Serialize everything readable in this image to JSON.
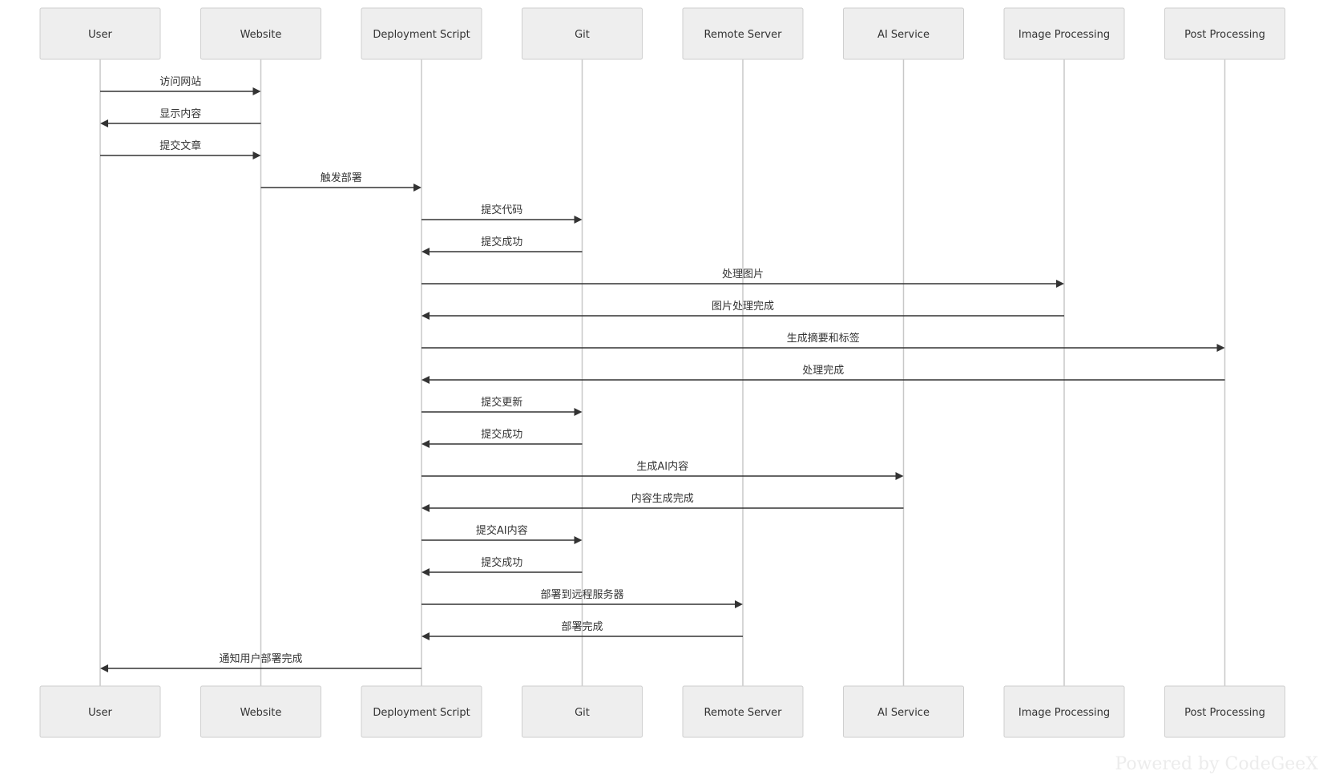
{
  "actors": [
    {
      "id": "user",
      "label": "User"
    },
    {
      "id": "website",
      "label": "Website"
    },
    {
      "id": "deploy",
      "label": "Deployment Script"
    },
    {
      "id": "git",
      "label": "Git"
    },
    {
      "id": "remote",
      "label": "Remote Server"
    },
    {
      "id": "ai",
      "label": "AI Service"
    },
    {
      "id": "img",
      "label": "Image Processing"
    },
    {
      "id": "post",
      "label": "Post Processing"
    }
  ],
  "messages": [
    {
      "from": "user",
      "to": "website",
      "label": "访问网站"
    },
    {
      "from": "website",
      "to": "user",
      "label": "显示内容"
    },
    {
      "from": "user",
      "to": "website",
      "label": "提交文章"
    },
    {
      "from": "website",
      "to": "deploy",
      "label": "触发部署"
    },
    {
      "from": "deploy",
      "to": "git",
      "label": "提交代码"
    },
    {
      "from": "git",
      "to": "deploy",
      "label": "提交成功"
    },
    {
      "from": "deploy",
      "to": "img",
      "label": "处理图片"
    },
    {
      "from": "img",
      "to": "deploy",
      "label": "图片处理完成"
    },
    {
      "from": "deploy",
      "to": "post",
      "label": "生成摘要和标签"
    },
    {
      "from": "post",
      "to": "deploy",
      "label": "处理完成"
    },
    {
      "from": "deploy",
      "to": "git",
      "label": "提交更新"
    },
    {
      "from": "git",
      "to": "deploy",
      "label": "提交成功"
    },
    {
      "from": "deploy",
      "to": "ai",
      "label": "生成AI内容"
    },
    {
      "from": "ai",
      "to": "deploy",
      "label": "内容生成完成"
    },
    {
      "from": "deploy",
      "to": "git",
      "label": "提交AI内容"
    },
    {
      "from": "git",
      "to": "deploy",
      "label": "提交成功"
    },
    {
      "from": "deploy",
      "to": "remote",
      "label": "部署到远程服务器"
    },
    {
      "from": "remote",
      "to": "deploy",
      "label": "部署完成"
    },
    {
      "from": "deploy",
      "to": "user",
      "label": "通知用户部署完成"
    }
  ],
  "watermark": "Powered by CodeGeeX"
}
